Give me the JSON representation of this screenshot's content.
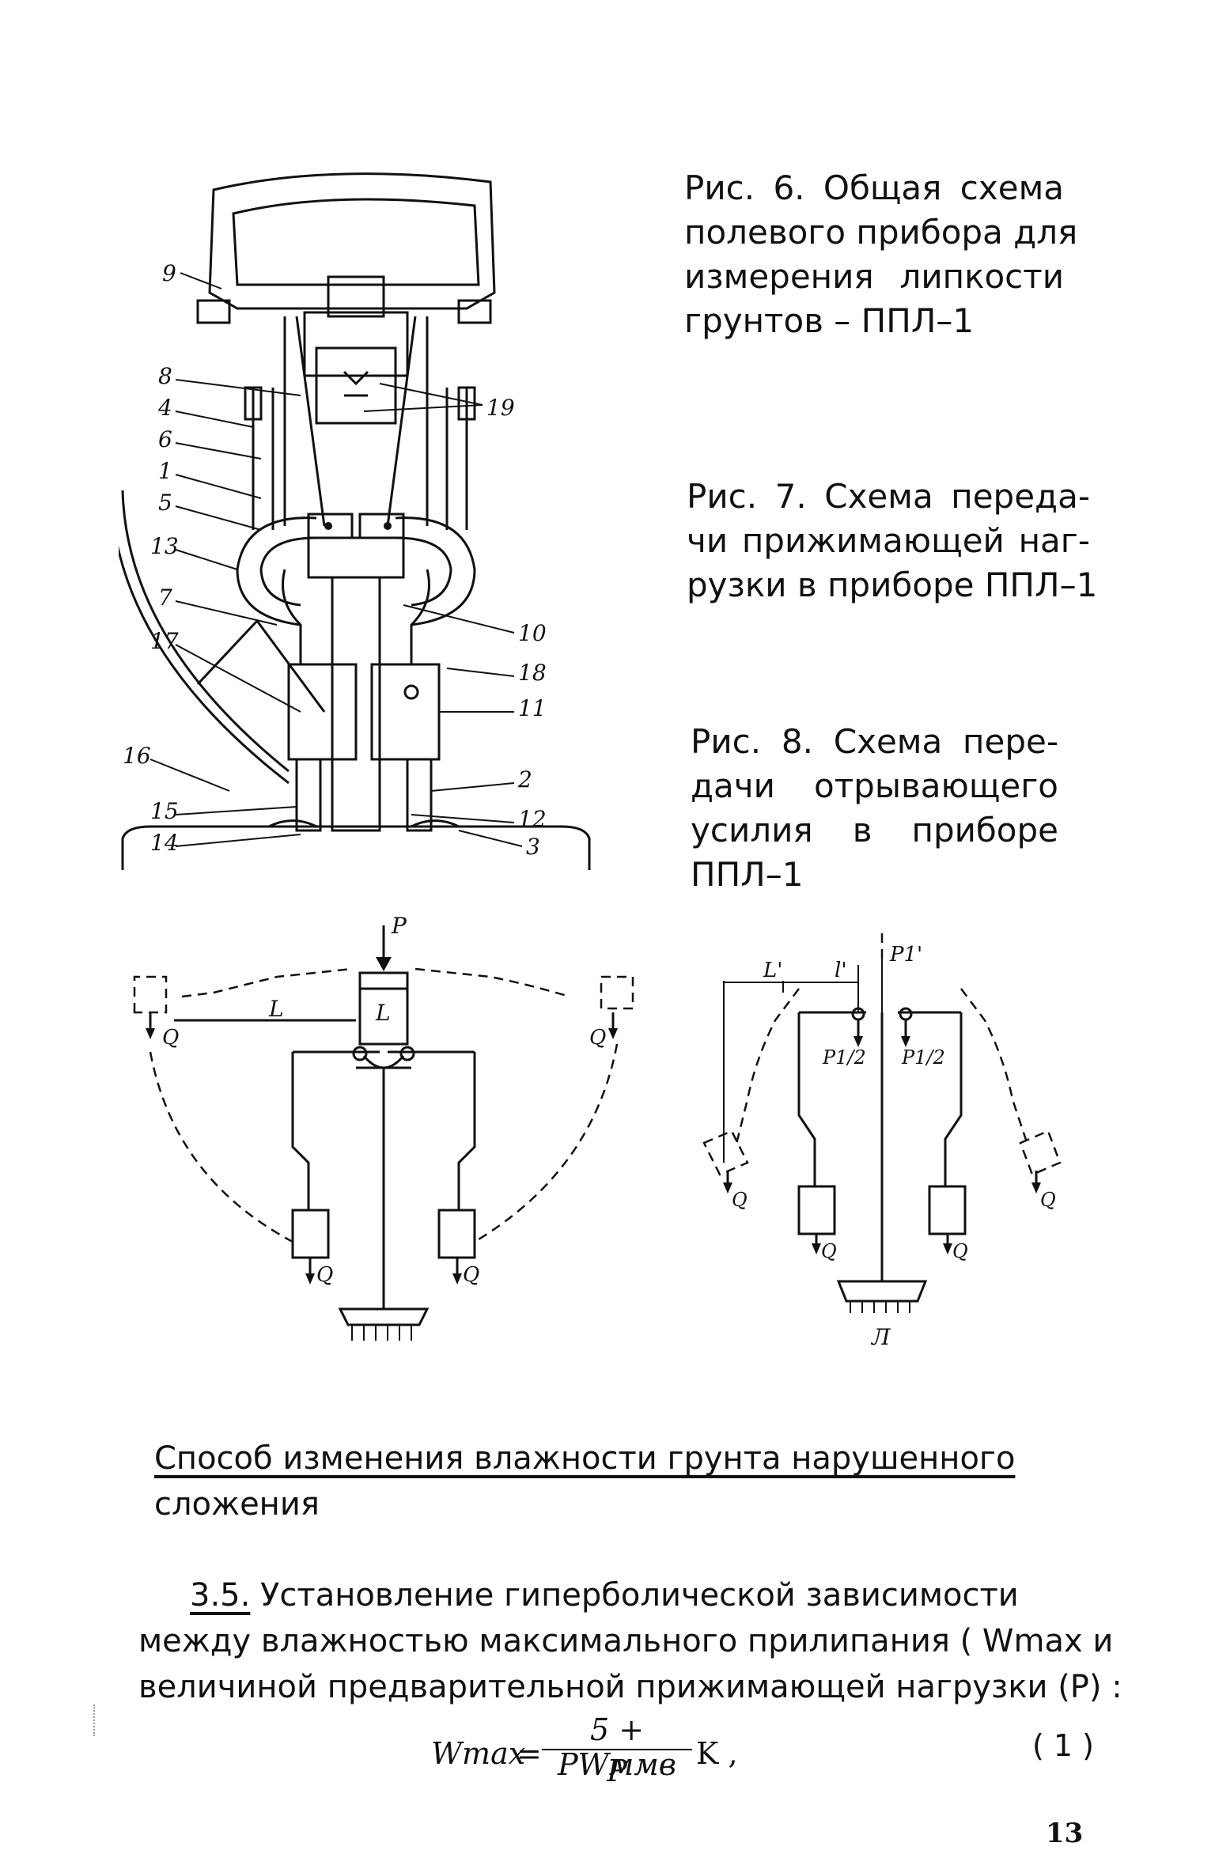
{
  "figures": {
    "fig6": {
      "caption_lines": [
        "Рис. 6. Общая схема",
        "полевого прибора для",
        "измерения липкости",
        "грунтов – ППЛ–1"
      ],
      "labels": [
        "9",
        "8",
        "4",
        "6",
        "1",
        "5",
        "13",
        "7",
        "17",
        "16",
        "15",
        "14",
        "19",
        "10",
        "18",
        "11",
        "2",
        "12",
        "3"
      ]
    },
    "fig7": {
      "caption_lines": [
        "Рис. 7. Схема переда-",
        "чи прижимающей наг-",
        "рузки в приборе ППЛ–1"
      ],
      "labels": [
        "P",
        "L",
        "L",
        "Q",
        "Q",
        "Q",
        "Q"
      ]
    },
    "fig8": {
      "caption_lines": [
        "Рис. 8. Схема пере-",
        "дачи отрывающего",
        "усилия в приборе",
        "ППЛ–1"
      ],
      "labels": [
        "L'",
        "l'",
        "P1'",
        "P1/2",
        "P1/2",
        "Q",
        "Q",
        "Q",
        "Q",
        "Л"
      ]
    }
  },
  "section": {
    "heading_lines": [
      "Способ изменения влажности грунта нарушенного",
      "сложения"
    ],
    "number": "3.5.",
    "paragraph_lines": [
      " Установление гиперболической зависимости",
      "между влажностью максимального прилипания ( Wmax и",
      "величиной предварительной прижимающей нагрузки (P) :"
    ],
    "formula": {
      "lhs": "Wmax",
      "numerator": "5 + PWммв",
      "denominator": "P",
      "factor": "K ,",
      "number": "( 1 )"
    }
  },
  "page_number": "13"
}
